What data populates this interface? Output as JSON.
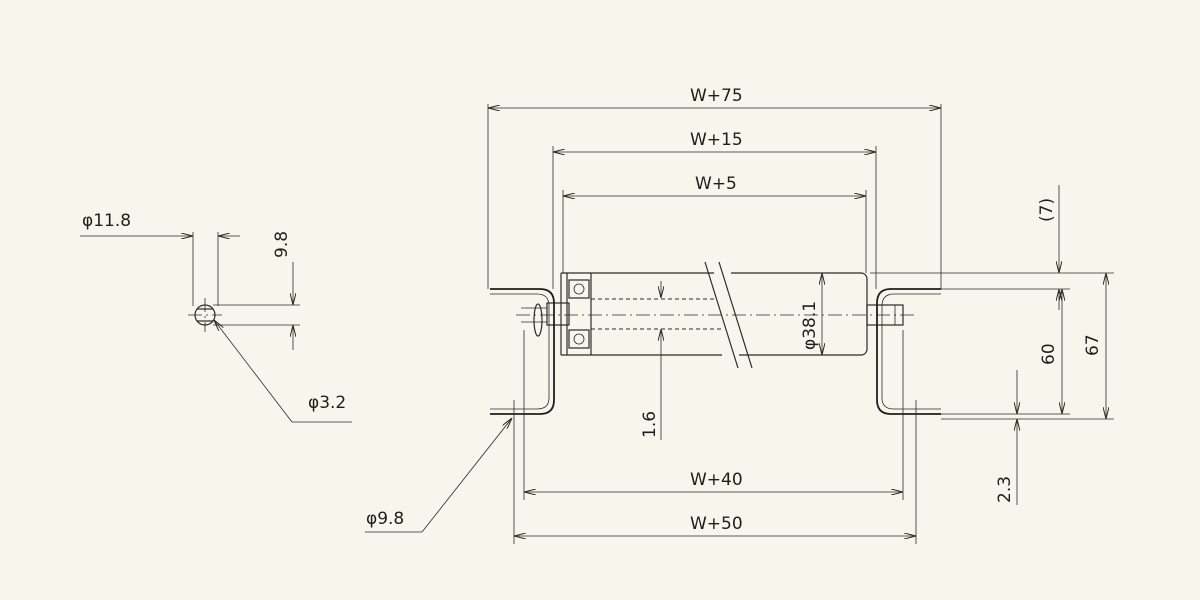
{
  "dimensions": {
    "overall_w75": "W+75",
    "outer_w15": "W+15",
    "roller_w5": "W+5",
    "mount_w40": "W+40",
    "mount_w50": "W+50",
    "roller_dia": "φ38.1",
    "gap_7": "(7)",
    "height_60": "60",
    "height_67": "67",
    "offset_2_3": "2.3",
    "wall_1_6": "1.6",
    "hole_dia": "φ9.8",
    "shaft_end_dia": "φ11.8",
    "shaft_end_len": "9.8",
    "pin_dia": "φ3.2"
  }
}
